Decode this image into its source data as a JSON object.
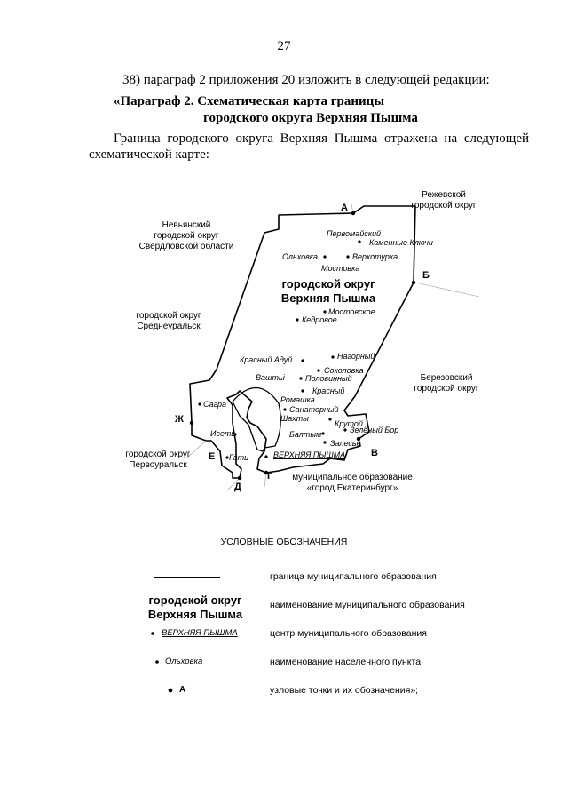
{
  "page_number": "27",
  "intro": "38) параграф 2 приложения 20 изложить в следующей редакции:",
  "heading": {
    "line1": "«Параграф 2. Схематическая карта границы",
    "line2": "городского округа Верхняя Пышма"
  },
  "paragraph": {
    "line1": "Граница городского округа Верхняя Пышма отражена на следующей",
    "line2": "схематической карте:"
  },
  "map": {
    "neighbors": {
      "rezh_1": "Режевской",
      "rezh_2": "городской округ",
      "nevyansk_1": "Невьянский",
      "nevyansk_2": "городской округ",
      "nevyansk_3": "Свердловской области",
      "sredneuralsk_1": "городской округ",
      "sredneuralsk_2": "Среднеуральск",
      "beryozovsky_1": "Березовский",
      "beryozovsky_2": "городской округ",
      "pervouralsk_1": "городской округ",
      "pervouralsk_2": "Первоуральск",
      "ekb_1": "муниципальное образование",
      "ekb_2": "«город Екатеринбург»"
    },
    "district_name_1": "городской округ",
    "district_name_2": "Верхняя Пышма",
    "settlements": {
      "pervomaysky": "Первомайский",
      "kamennye_klyuchi": "Каменные Ключи",
      "olkhovka": "Ольховка",
      "verkhoturka": "Верхотурка",
      "mostovka": "Мостовка",
      "mostovskoe": "Мостовское",
      "kedrovoe": "Кедровое",
      "nagorny": "Нагорный",
      "krasny_aduy": "Красный Адуй",
      "sokolovka": "Соколовка",
      "vashty": "Ваштьі",
      "polovinny": "Половинный",
      "krasny": "Красный",
      "romashka": "Ромашка",
      "sanatorny": "Санаторный",
      "shakhty": "Шахты",
      "krutoy": "Крутой",
      "zelyony_bor": "Зелёный Бор",
      "baltym": "Балтым",
      "zalesye": "Залесье",
      "sagra": "Сагра",
      "iset": "Исеть",
      "gat": "Гать",
      "verkhnyaya_pyshma": "ВЕРХНЯЯ ПЫШМА"
    },
    "nodes": {
      "a": "А",
      "b": "Б",
      "v": "В",
      "g": "Г",
      "d": "Д",
      "e": "Е",
      "zh": "Ж"
    }
  },
  "legend": {
    "title": "УСЛОВНЫЕ ОБОЗНАЧЕНИЯ",
    "boundary_desc": "граница муниципального образования",
    "name_sample_1": "городской округ",
    "name_sample_2": "Верхняя Пышма",
    "name_desc": "наименование муниципального образования",
    "center_sample": "ВЕРХНЯЯ ПЫШМА",
    "center_desc": "центр муниципального образования",
    "settlement_sample": "Ольховка",
    "settlement_desc": "наименование населенного пункта",
    "node_sample": "А",
    "node_desc": "узловые точки и их обозначения»;"
  }
}
